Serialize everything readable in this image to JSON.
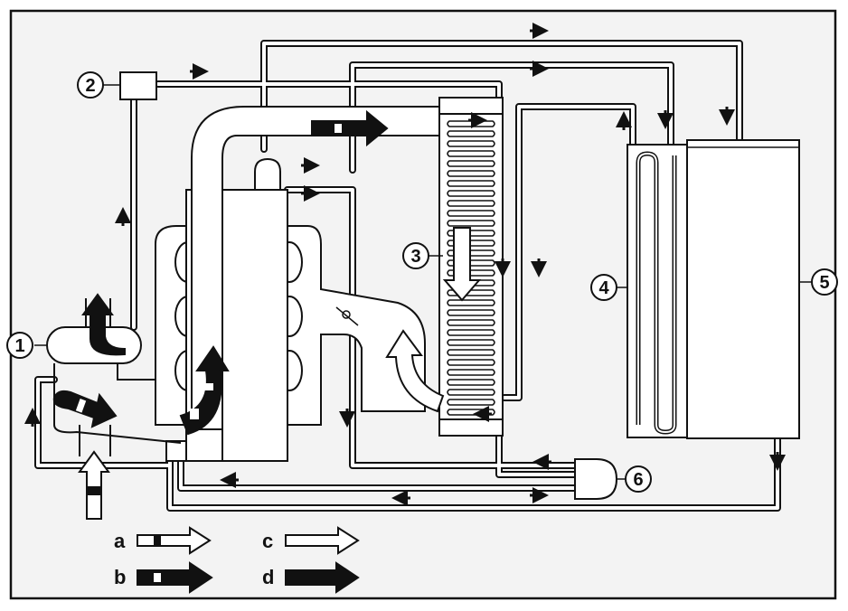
{
  "colors": {
    "frame_bg": "#f3f3f3",
    "ink": "#111111",
    "pipe_fill": "#ffffff"
  },
  "callouts": [
    {
      "id": "c1",
      "label": "1"
    },
    {
      "id": "c2",
      "label": "2"
    },
    {
      "id": "c3",
      "label": "3"
    },
    {
      "id": "c4",
      "label": "4"
    },
    {
      "id": "c5",
      "label": "5"
    },
    {
      "id": "c6",
      "label": "6"
    }
  ],
  "legend": [
    {
      "key": "a",
      "label": "a",
      "style": "white-banded"
    },
    {
      "key": "b",
      "label": "b",
      "style": "black-banded"
    },
    {
      "key": "c",
      "label": "c",
      "style": "white"
    },
    {
      "key": "d",
      "label": "d",
      "style": "black"
    }
  ]
}
